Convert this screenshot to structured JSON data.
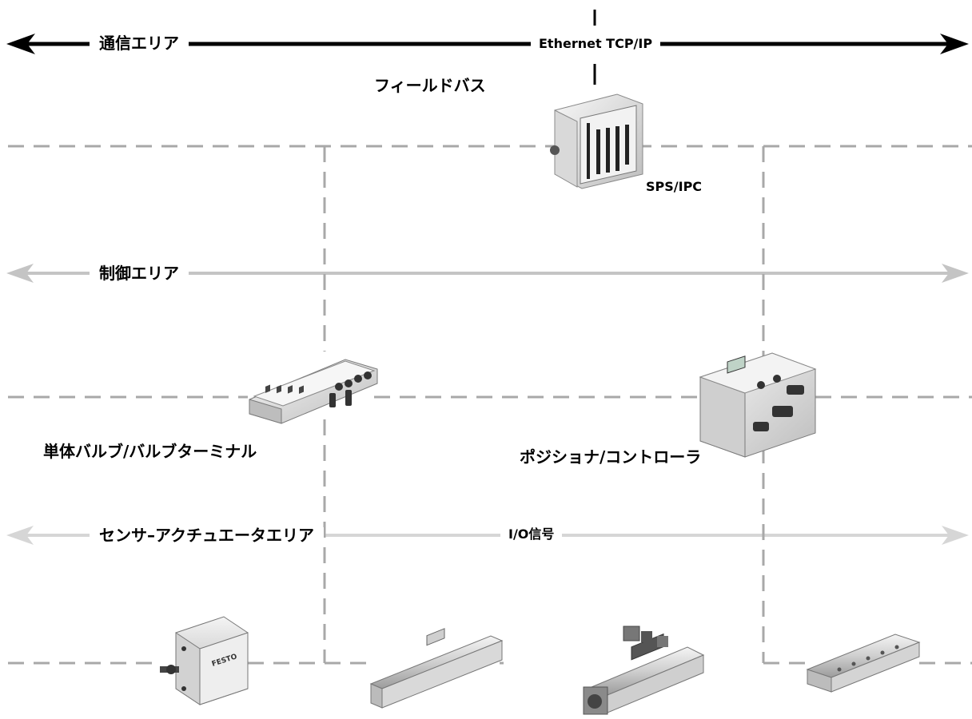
{
  "labels": {
    "comm_area": "通信エリア",
    "ethernet": "Ethernet TCP/IP",
    "fieldbus": "フィールドバス",
    "sps_ipc": "SPS/IPC",
    "control_area": "制御エリア",
    "valve_terminal": "単体バルブ/バルブターミナル",
    "positioner": "ポジショナ/コントローラ",
    "sensor_actuator_area": "センサ–アクチュエータエリア",
    "io_signal": "I/O信号"
  },
  "colors": {
    "level1": "#000000",
    "level2": "#c4c4c4",
    "level3": "#d6d6d6",
    "dashed": "#a8a8a8",
    "device_body": "#e9e9e9",
    "device_dark": "#2a2a2a"
  }
}
